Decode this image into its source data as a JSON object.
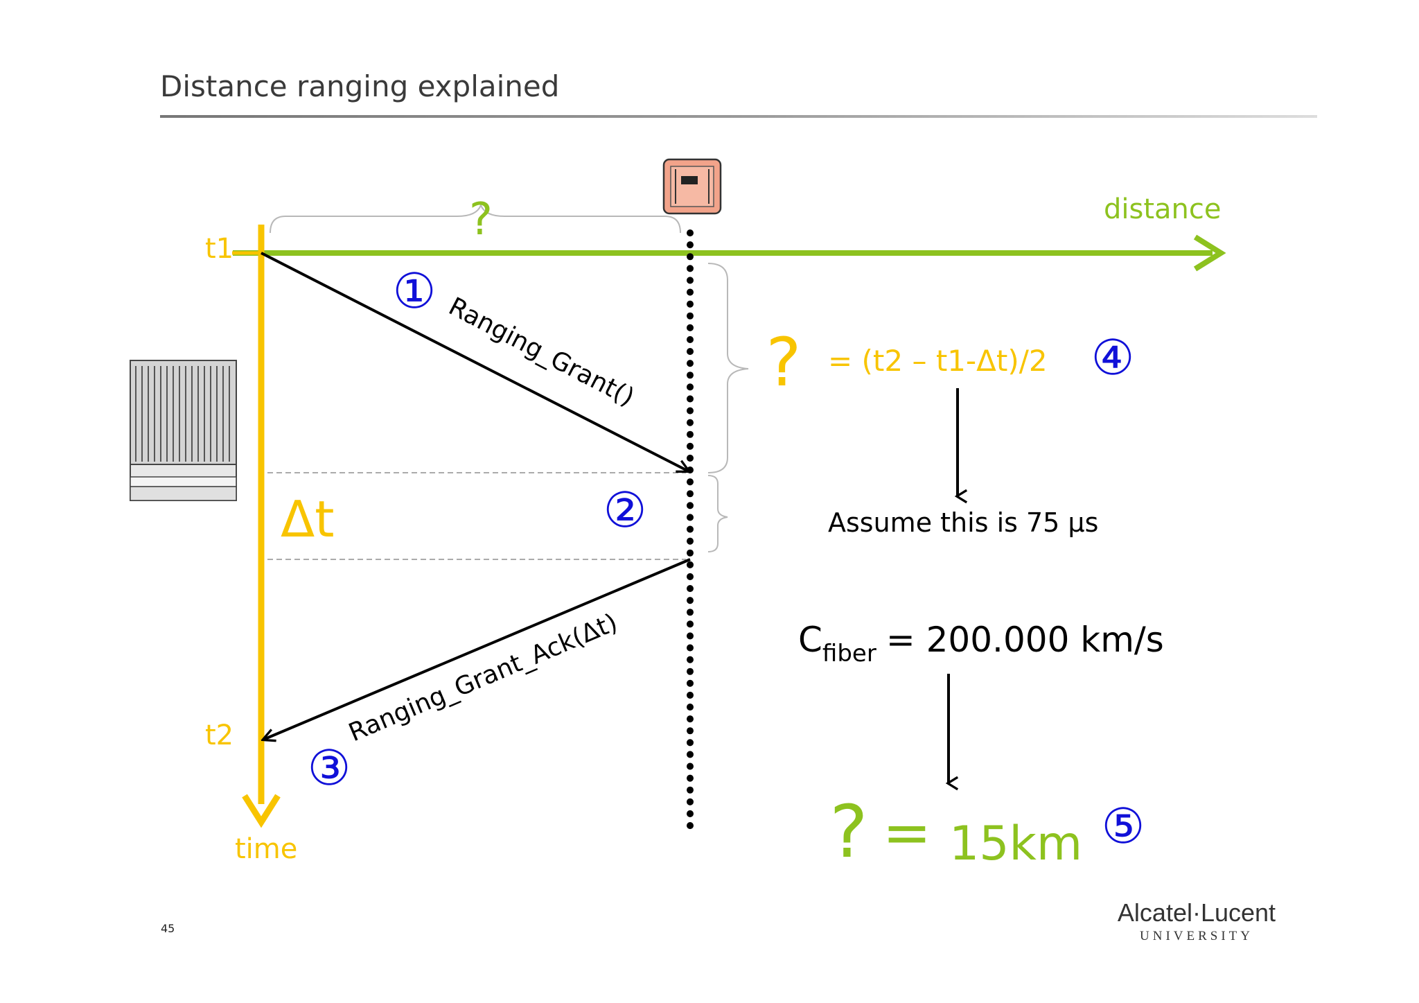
{
  "slide": {
    "title": "Distance ranging explained",
    "page_number": "45"
  },
  "axes": {
    "distance_label": "distance",
    "time_label": "time",
    "t1_label": "t1",
    "t2_label": "t2"
  },
  "messages": {
    "grant": "Ranging_Grant()",
    "ack": "Ranging_Grant_Ack(Δt)"
  },
  "delta_label": "Δt",
  "question_mark": "?",
  "steps": [
    "①",
    "②",
    "③",
    "④",
    "⑤"
  ],
  "formulas": {
    "half_rtt": "= (t2 – t1-Δt)/2",
    "assume": "Assume this is 75 µs",
    "c_symbol": "C",
    "c_subscript": "fiber",
    "c_value": "= 200.000 km/s",
    "result_eq": "=",
    "result_value": "15km"
  },
  "logo": {
    "name": "Alcatel·Lucent",
    "sub": "UNIVERSITY"
  },
  "colors": {
    "green": "#8dc21f",
    "yellow": "#f8c400",
    "blue": "#1010d8",
    "black": "#000000"
  },
  "icons": {
    "olt": "olt-device-icon",
    "onu": "onu-device-icon"
  }
}
